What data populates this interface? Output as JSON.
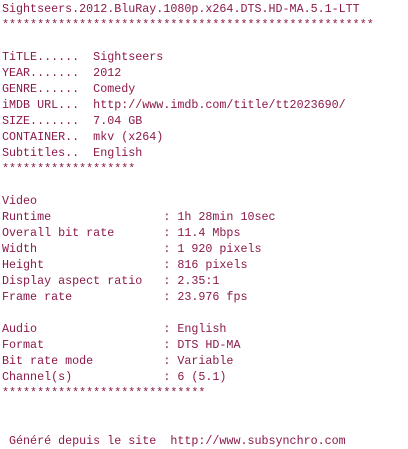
{
  "document": {
    "text_color": "#8b1a4a",
    "background": "#ffffff",
    "lines": [
      "Sightseers.2012.BluRay.1080p.x264.DTS.HD-MA.5.1-LTT",
      "*****************************************************",
      "",
      "TiTLE......  Sightseers",
      "YEAR.......  2012",
      "GENRE......  Comedy",
      "iMDB URL...  http://www.imdb.com/title/tt2023690/",
      "SIZE.......  7.04 GB",
      "CONTAINER..  mkv (x264)",
      "Subtitles..  English",
      "*******************",
      "",
      "Video",
      "Runtime                : 1h 28min 10sec",
      "Overall bit rate       : 11.4 Mbps",
      "Width                  : 1 920 pixels",
      "Height                 : 816 pixels",
      "Display aspect ratio   : 2.35:1",
      "Frame rate             : 23.976 fps",
      "",
      "Audio                  : English",
      "Format                 : DTS HD-MA",
      "Bit rate mode          : Variable",
      "Channel(s)             : 6 (5.1)",
      "*****************************",
      "",
      "",
      " Généré depuis le site  http://www.subsynchro.com"
    ]
  }
}
